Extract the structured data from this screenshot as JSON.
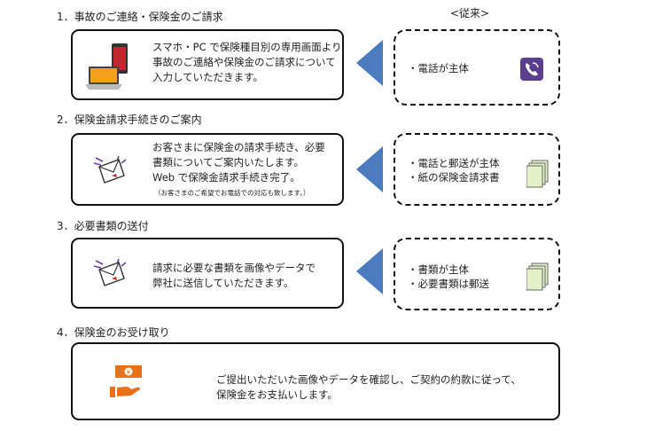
{
  "legacy_header": "<従来>",
  "sections": [
    {
      "title": "1．事故のご連絡・保険金のご請求",
      "lines": [
        "スマホ・PC で保険種目別の専用画面より",
        "事故のご連絡や保険金のご請求について",
        "入力していただきます。"
      ],
      "icon": "smartphone-laptop-icon",
      "legacy": [
        "・電話が主体"
      ],
      "legacy_icon": "phone-icon"
    },
    {
      "title": "2．保険金請求手続きのご案内",
      "lines": [
        "お客さまに保険金の請求手続き、必要",
        "書類についてご案内いたします。",
        "Web で保険金請求手続き完了。"
      ],
      "note": "（お客さまのご希望でお電話での対応も致します。）",
      "icon": "email-icon",
      "legacy": [
        "・電話と郵送が主体",
        "・紙の保険金請求書"
      ],
      "legacy_icon": "paper-documents-icon"
    },
    {
      "title": "3．必要書類の送付",
      "lines": [
        "請求に必要な書類を画像やデータで",
        "弊社に送信していただきます。"
      ],
      "icon": "email-icon",
      "legacy": [
        "・書類が主体",
        "・必要書類は郵送"
      ],
      "legacy_icon": "paper-documents-icon"
    },
    {
      "title": "4．保険金のお受け取り",
      "lines": [
        "ご提出いただいた画像やデータを確認し、ご契約の約款に従って、",
        "保険金をお支払いします。"
      ],
      "icon": "money-hand-icon"
    }
  ],
  "colors": {
    "arrow": "#4a7cbf",
    "phone_icon": "#5b3f8f",
    "money_icon": "#e8721c",
    "paper": "#e3f1c8"
  }
}
